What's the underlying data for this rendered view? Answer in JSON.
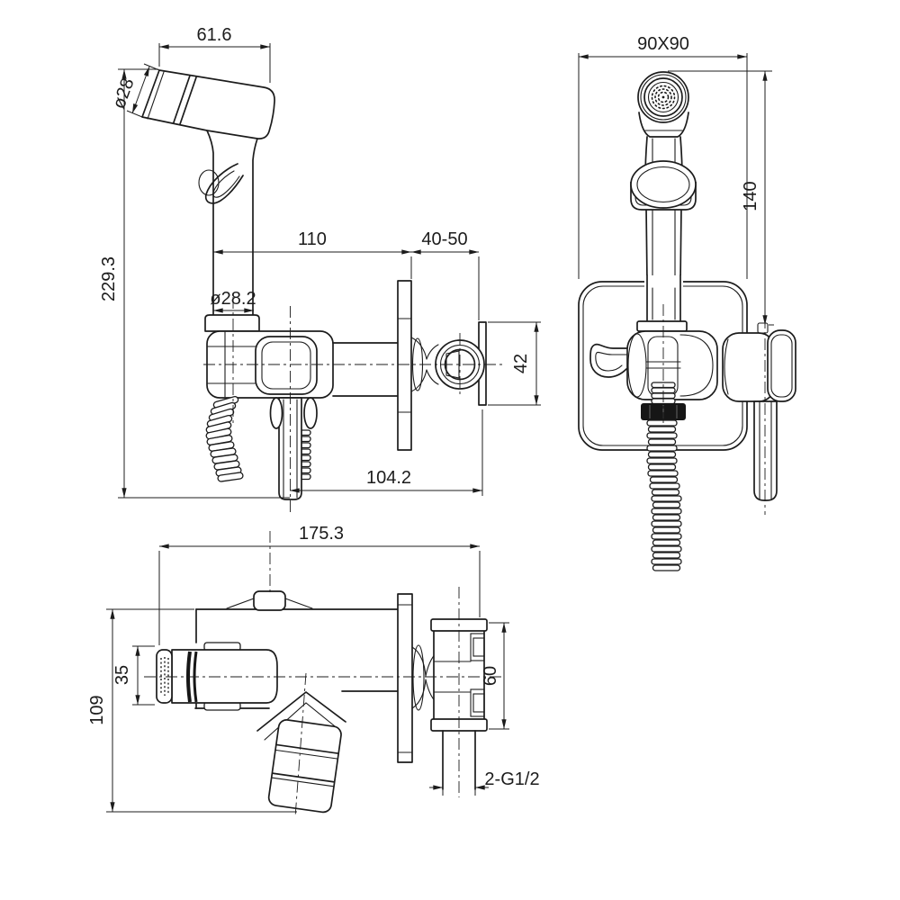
{
  "colors": {
    "background": "#ffffff",
    "line": "#1c1c1c",
    "dark_fill": "#161616"
  },
  "side": {
    "dims": {
      "head_length": "61.6",
      "head_dia": "ø28",
      "overall_height": "229.3",
      "reach": "110",
      "wall_range": "40-50",
      "handle_dia": "ø28.2",
      "outlet_height": "42",
      "base_depth": "104.2"
    }
  },
  "front": {
    "dims": {
      "plate_size": "90X90",
      "sprayer_height": "140"
    }
  },
  "top": {
    "dims": {
      "overall_depth": "175.3",
      "nozzle_dia": "35",
      "overall_width": "109",
      "valve_height": "60",
      "thread_spec": "2-G1/2"
    }
  }
}
